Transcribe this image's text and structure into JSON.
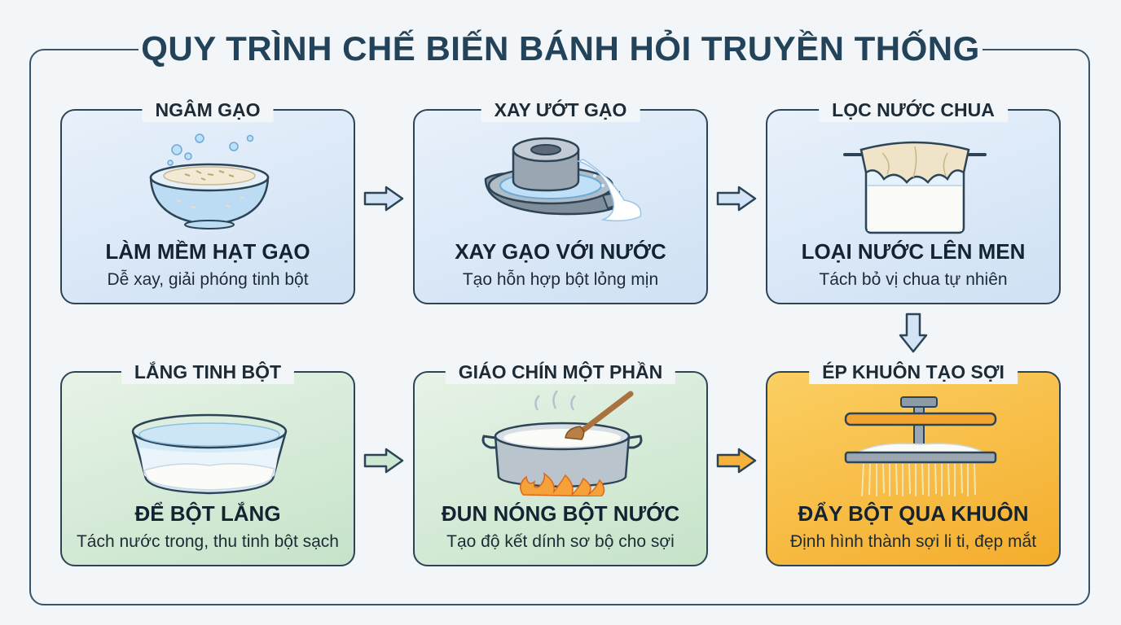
{
  "title": "QUY TRÌNH CHẾ BIẾN BÁNH HỎI TRUYỀN THỐNG",
  "steps": [
    {
      "title": "NGÂM GẠO",
      "heading": "LÀM MỀM HẠT GẠO",
      "desc": "Dễ xay, giải phóng tinh bột",
      "icon": "rice-bowl-icon"
    },
    {
      "title": "XAY ƯỚT GẠO",
      "heading": "XAY GẠO VỚI NƯỚC",
      "desc": "Tạo hỗn hợp bột lỏng mịn",
      "icon": "stone-mill-icon"
    },
    {
      "title": "LỌC NƯỚC CHUA",
      "heading": "LOẠI NƯỚC LÊN MEN",
      "desc": "Tách bỏ vị chua tự nhiên",
      "icon": "filter-jar-icon"
    },
    {
      "title": "LẮNG TINH BỘT",
      "heading": "ĐỂ BỘT LẮNG",
      "desc": "Tách nước trong, thu tinh bột sạch",
      "icon": "glass-basin-icon"
    },
    {
      "title": "GIÁO CHÍN MỘT PHẦN",
      "heading": "ĐUN NÓNG BỘT NƯỚC",
      "desc": "Tạo độ kết dính sơ bộ cho sợi",
      "icon": "cooking-pot-icon"
    },
    {
      "title": "ÉP KHUÔN TẠO SỢI",
      "heading": "ĐẨY BỘT QUA KHUÔN",
      "desc": "Định hình thành sợi li ti, đẹp mắt",
      "icon": "noodle-press-icon"
    }
  ],
  "colors": {
    "frame": "#3b5366",
    "title": "#22435a",
    "blue_card": "#d6e6f7",
    "green_card": "#cfe7d1",
    "orange_card": "#f7b93e",
    "blue_arrow": "#d3e4f6",
    "green_arrow": "#cde8d0",
    "orange_arrow": "#f6b23a"
  }
}
